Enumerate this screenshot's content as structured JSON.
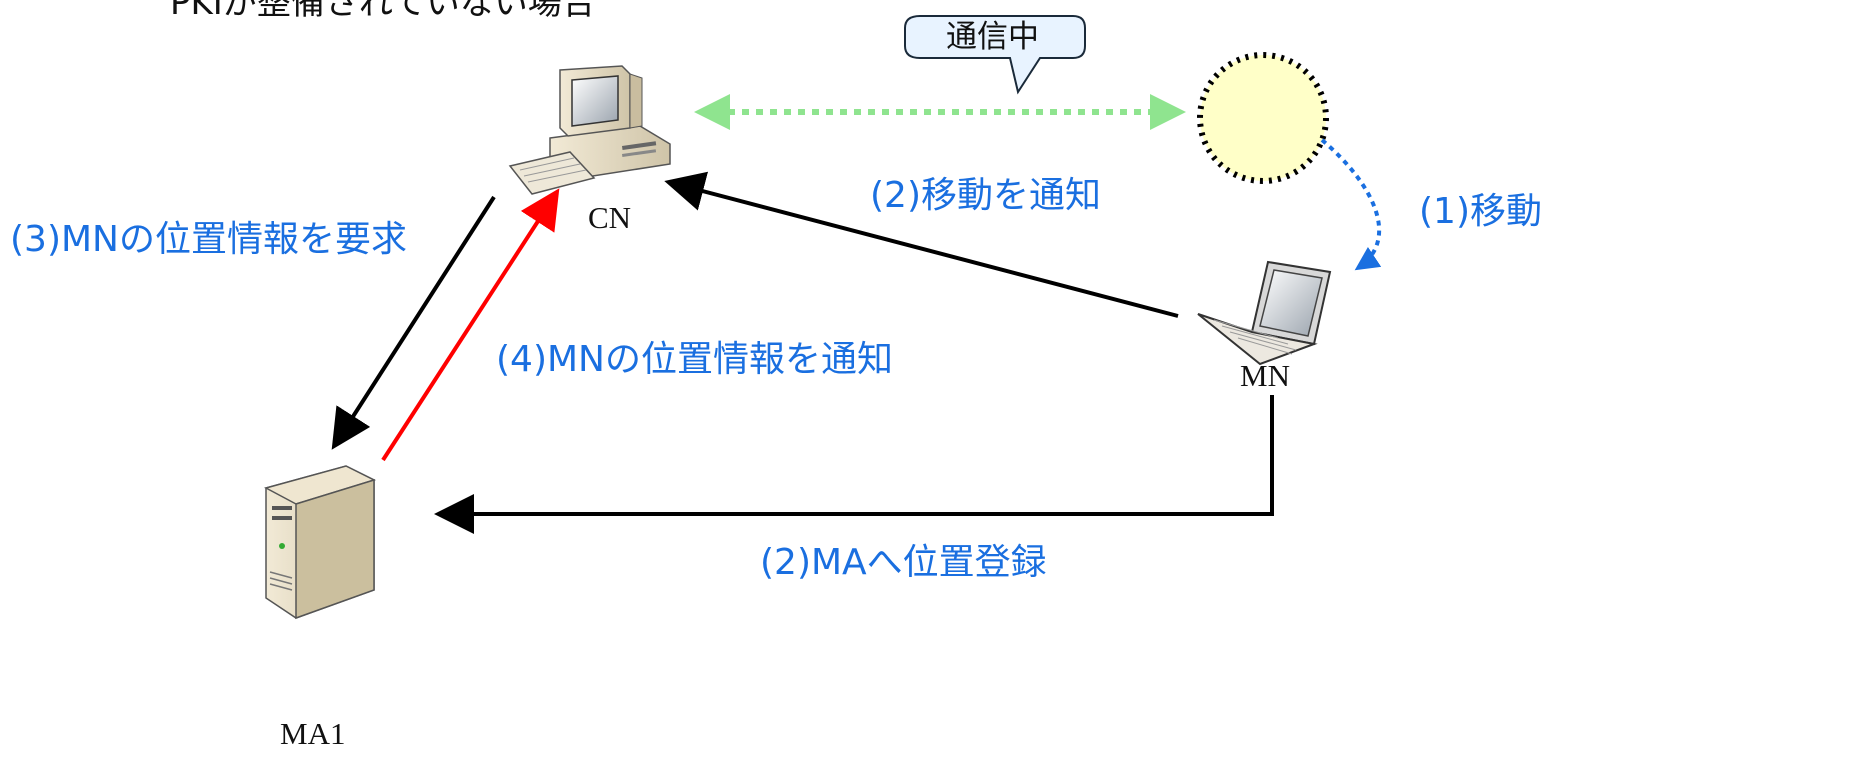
{
  "title": "PKIが整備されていない場合",
  "bubble": {
    "text": "通信中"
  },
  "nodes": {
    "cn": "CN",
    "mn": "MN",
    "ma1": "MA1"
  },
  "steps": {
    "move": "(1)移動",
    "notify_move": "(2)移動を通知",
    "register_ma": "(2)MAへ位置登録",
    "request_location": "(3)MNの位置情報を要求",
    "notify_location": "(4)MNの位置情報を通知"
  },
  "colors": {
    "label_blue": "#1a6fe0",
    "comm_dotted_green": "#8fe48f",
    "move_dotted_blue": "#1a6fe0",
    "request_arrow_red": "#ff0000",
    "arrow_black": "#000000",
    "ghost_circle_fill": "#ffffc8",
    "bubble_fill": "#e8f3ff"
  },
  "icons": {
    "cn": "desktop-computer-icon",
    "mn": "laptop-icon",
    "ma1": "server-tower-icon"
  }
}
